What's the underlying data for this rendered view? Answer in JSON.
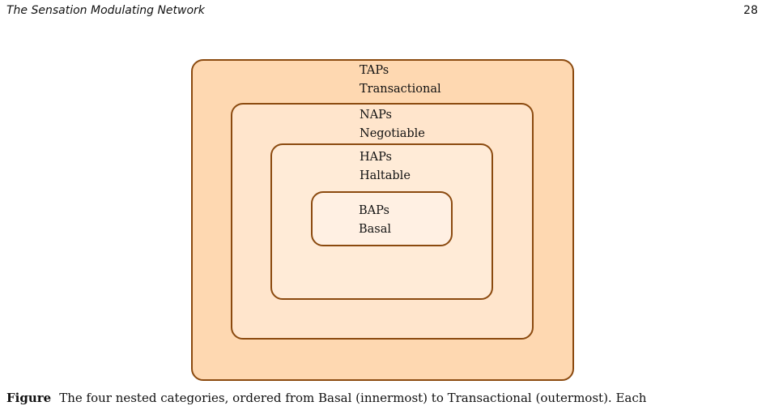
{
  "header": {
    "running_title": "The Sensation Modulating Network",
    "page_number": "28"
  },
  "figure": {
    "boxes": [
      {
        "acronym": "TAPs",
        "name": "Transactional"
      },
      {
        "acronym": "NAPs",
        "name": "Negotiable"
      },
      {
        "acronym": "HAPs",
        "name": "Haltable"
      },
      {
        "acronym": "BAPs",
        "name": "Basal"
      }
    ],
    "colors": {
      "border": "#8B4A0F",
      "taps_fill": "#FED8B1",
      "naps_fill": "#FFE5CC",
      "haps_fill": "#FFEBD7",
      "baps_fill": "#FFF0E3"
    }
  },
  "caption": {
    "label": "Figure",
    "text": "The four nested categories, ordered from Basal (innermost) to Transactional (outermost). Each"
  }
}
